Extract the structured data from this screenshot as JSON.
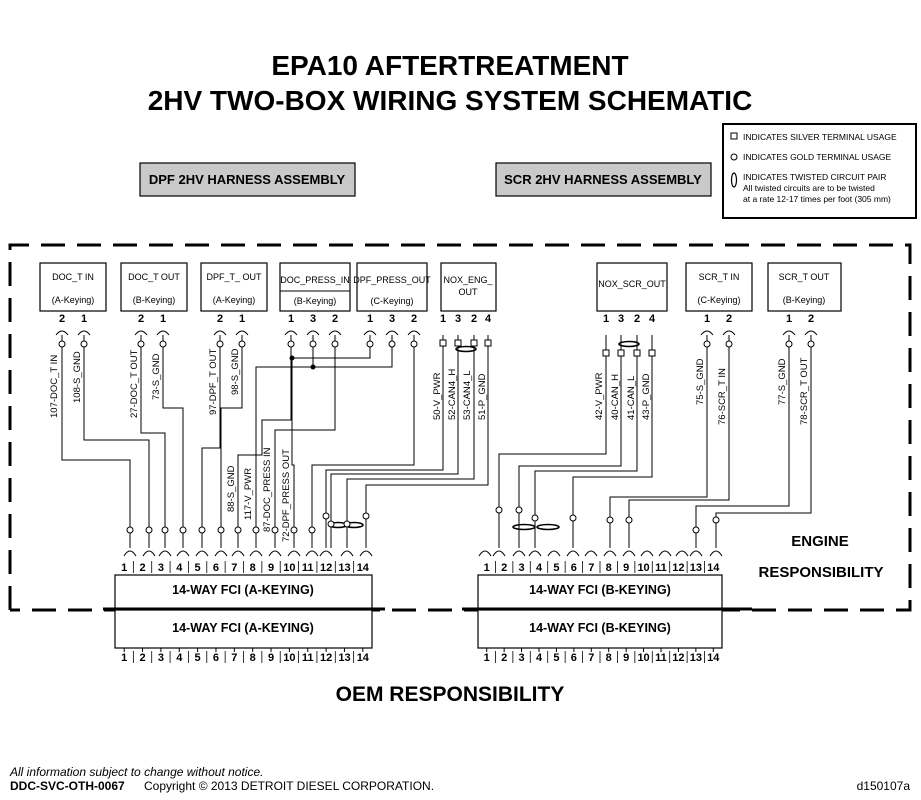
{
  "title": {
    "line1": "EPA10 AFTERTREATMENT",
    "line2": "2HV TWO-BOX WIRING SYSTEM SCHEMATIC"
  },
  "harness": {
    "dpf": "DPF 2HV HARNESS ASSEMBLY",
    "scr": "SCR 2HV HARNESS ASSEMBLY"
  },
  "legend": {
    "silver": "INDICATES SILVER TERMINAL USAGE",
    "gold": "INDICATES GOLD TERMINAL USAGE",
    "twisted": "INDICATES TWISTED CIRCUIT PAIR",
    "twisted_note1": "All twisted circuits are to be twisted",
    "twisted_note2": "at a rate 12-17 times per foot (305 mm)"
  },
  "sensors": [
    {
      "name": "DOC_T IN",
      "keying": "(A-Keying)",
      "pins": [
        "2",
        "1"
      ]
    },
    {
      "name": "DOC_T OUT",
      "keying": "(B-Keying)",
      "pins": [
        "2",
        "1"
      ]
    },
    {
      "name": "DPF_T_ OUT",
      "keying": "(A-Keying)",
      "pins": [
        "2",
        "1"
      ]
    },
    {
      "name": "DOC_PRESS_IN",
      "keying": "(B-Keying)",
      "pins": [
        "1",
        "3",
        "2"
      ]
    },
    {
      "name": "DPF_PRESS_OUT",
      "keying": "(C-Keying)",
      "pins": [
        "1",
        "3",
        "2"
      ]
    },
    {
      "name": "NOX_ENG_",
      "name2": "OUT",
      "pins": [
        "1",
        "3",
        "2",
        "4"
      ]
    },
    {
      "name": "NOX_SCR_OUT",
      "pins": [
        "1",
        "3",
        "2",
        "4"
      ]
    },
    {
      "name": "SCR_T IN",
      "keying": "(C-Keying)",
      "pins": [
        "1",
        "2"
      ]
    },
    {
      "name": "SCR_T OUT",
      "keying": "(B-Keying)",
      "pins": [
        "1",
        "2"
      ]
    }
  ],
  "wires_left": [
    "107-DOC_T IN",
    "108-S_GND",
    "27-DOC_T OUT",
    "73-S_GND",
    "97-DPF_T OUT",
    "98-S_GND",
    "88-S_GND",
    "117-V_PWR",
    "87-DOC_PRESS IN",
    "72-DPF_PRESS OUT",
    "50-V_PWR",
    "52-CAN4_H",
    "53-CAN4_L",
    "51-P_GND"
  ],
  "wires_right": [
    "42-V_PWR",
    "40-CAN_H",
    "41-CAN_L",
    "43-P_GND",
    "75-S_GND",
    "76-SCR_T IN",
    "77-S_GND",
    "78-SCR_T OUT"
  ],
  "connectors": {
    "left_engine": "14-WAY FCI (A-KEYING)",
    "left_oem": "14-WAY FCI (A-KEYING)",
    "right_engine": "14-WAY FCI (B-KEYING)",
    "right_oem": "14-WAY FCI (B-KEYING)",
    "pins": [
      "1",
      "2",
      "3",
      "4",
      "5",
      "6",
      "7",
      "8",
      "9",
      "10",
      "11",
      "12",
      "13",
      "14"
    ]
  },
  "engine_resp": {
    "line1": "ENGINE",
    "line2": "RESPONSIBILITY"
  },
  "oem_resp": "OEM RESPONSIBILITY",
  "footer": {
    "notice": "All information subject to change without notice.",
    "code": "DDC-SVC-OTH-0067",
    "copyright": "Copyright © 2013 DETROIT DIESEL CORPORATION.",
    "ref": "d150107a"
  }
}
